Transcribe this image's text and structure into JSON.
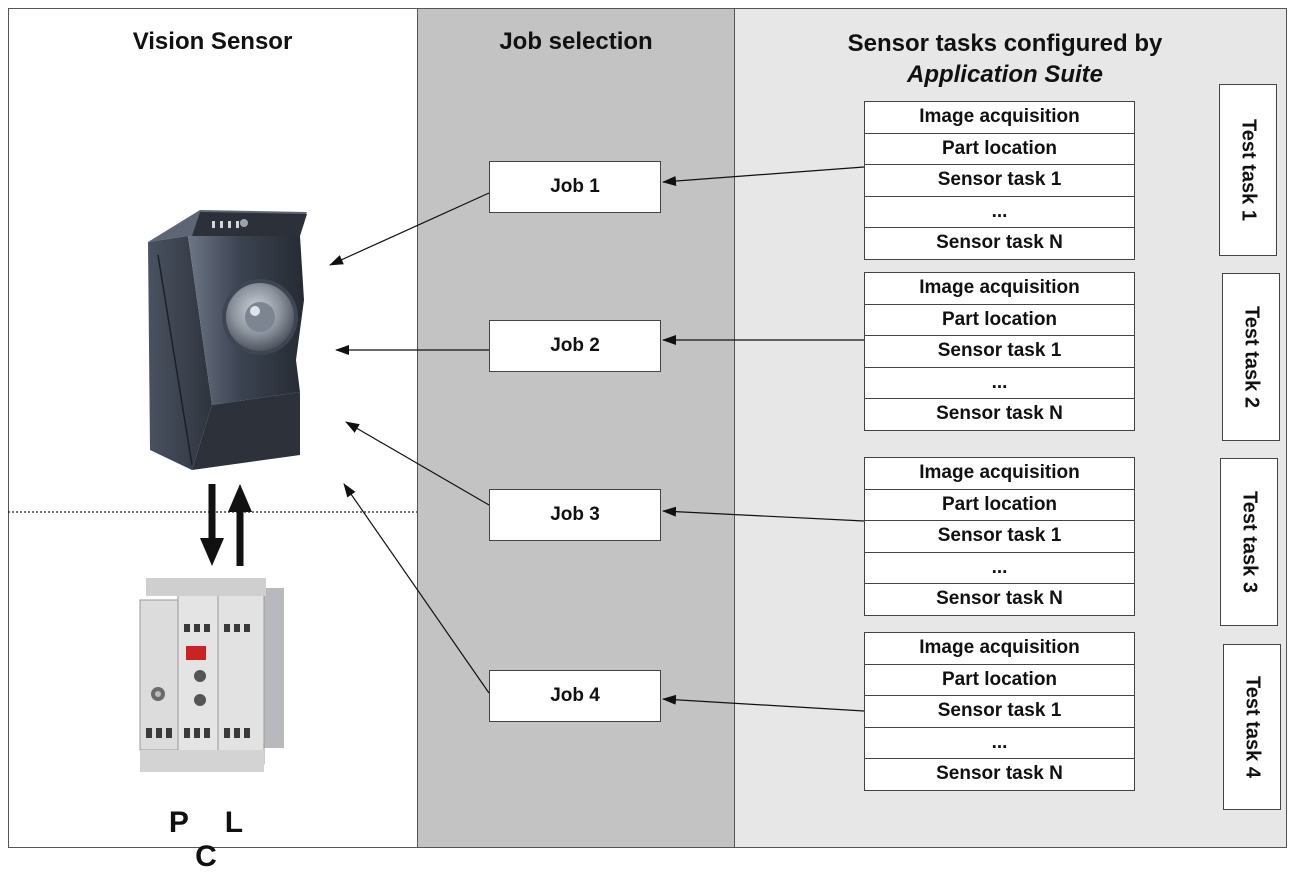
{
  "columns": {
    "vision_sensor": "Vision Sensor",
    "job_selection": "Job selection",
    "sensor_tasks_line1": "Sensor tasks configured by",
    "sensor_tasks_line2": "Application Suite"
  },
  "jobs": [
    "Job 1",
    "Job 2",
    "Job 3",
    "Job 4"
  ],
  "task_groups": [
    {
      "tasks": [
        "Image acquisition",
        "Part location",
        "Sensor task 1",
        "...",
        "Sensor task N"
      ],
      "test_label": "Test task 1"
    },
    {
      "tasks": [
        "Image acquisition",
        "Part location",
        "Sensor task 1",
        "...",
        "Sensor task N"
      ],
      "test_label": "Test task 2"
    },
    {
      "tasks": [
        "Image acquisition",
        "Part location",
        "Sensor task 1",
        "...",
        "Sensor task N"
      ],
      "test_label": "Test task 3"
    },
    {
      "tasks": [
        "Image acquisition",
        "Part location",
        "Sensor task 1",
        "...",
        "Sensor task N"
      ],
      "test_label": "Test task 4"
    }
  ],
  "plc_label": "P L C",
  "colors": {
    "vision_column": "#ffffff",
    "job_column": "#c3c3c3",
    "task_column": "#e7e7e7"
  }
}
